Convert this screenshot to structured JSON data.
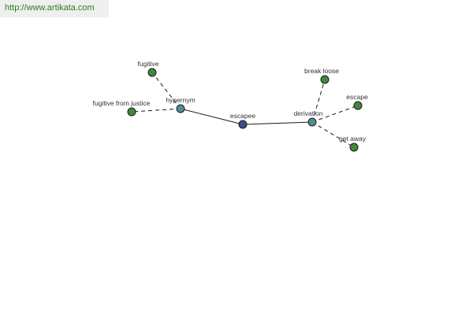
{
  "source": {
    "url": "http://www.artikata.com"
  },
  "graph": {
    "nodes": [
      {
        "id": "escapee",
        "label": "escapee",
        "kind": "center"
      },
      {
        "id": "hypernym",
        "label": "hypernym",
        "kind": "relation"
      },
      {
        "id": "derivation",
        "label": "derivation",
        "kind": "relation"
      },
      {
        "id": "fugitive",
        "label": "fugitive",
        "kind": "word"
      },
      {
        "id": "fugitive-from-justice",
        "label": "fugitive from justice",
        "kind": "word"
      },
      {
        "id": "break-loose",
        "label": "break loose",
        "kind": "word"
      },
      {
        "id": "escape",
        "label": "escape",
        "kind": "word"
      },
      {
        "id": "get-away",
        "label": "get away",
        "kind": "word"
      }
    ],
    "edges": [
      {
        "from": "escapee",
        "to": "hypernym",
        "style": "solid"
      },
      {
        "from": "escapee",
        "to": "derivation",
        "style": "solid"
      },
      {
        "from": "hypernym",
        "to": "fugitive",
        "style": "dashed"
      },
      {
        "from": "hypernym",
        "to": "fugitive-from-justice",
        "style": "dashed"
      },
      {
        "from": "derivation",
        "to": "break-loose",
        "style": "dashed"
      },
      {
        "from": "derivation",
        "to": "escape",
        "style": "dashed"
      },
      {
        "from": "derivation",
        "to": "get-away",
        "style": "dashed"
      }
    ],
    "colors": {
      "center": "#3d4f8f",
      "relation": "#4f8f8f",
      "word": "#3f8a3f",
      "stroke": "#1a1a1a",
      "edge": "#1a1a1a"
    }
  }
}
